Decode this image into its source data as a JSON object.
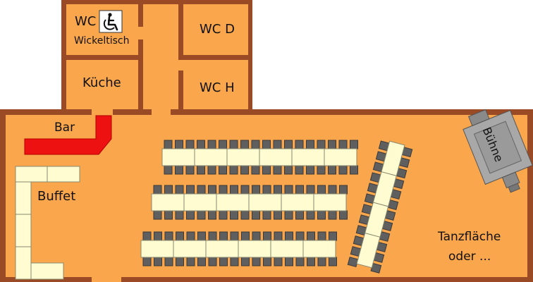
{
  "rooms": {
    "wc_accessible": "WC",
    "changing_table": "Wickeltisch",
    "wc_women": "WC D",
    "kitchen": "Küche",
    "wc_men": "WC H",
    "bar": "Bar",
    "buffet": "Buffet",
    "stage": "Bühne",
    "dance_floor_line1": "Tanzfläche",
    "dance_floor_line2": "oder ..."
  },
  "icons": {
    "accessibility": "wheelchair-icon"
  },
  "colors": {
    "floor": "#f9a64c",
    "wall": "#9a4a24",
    "bar": "#ee1111",
    "table": "#fffcd2",
    "chair": "#5f5f5f",
    "stage": "#a8a8a8"
  }
}
